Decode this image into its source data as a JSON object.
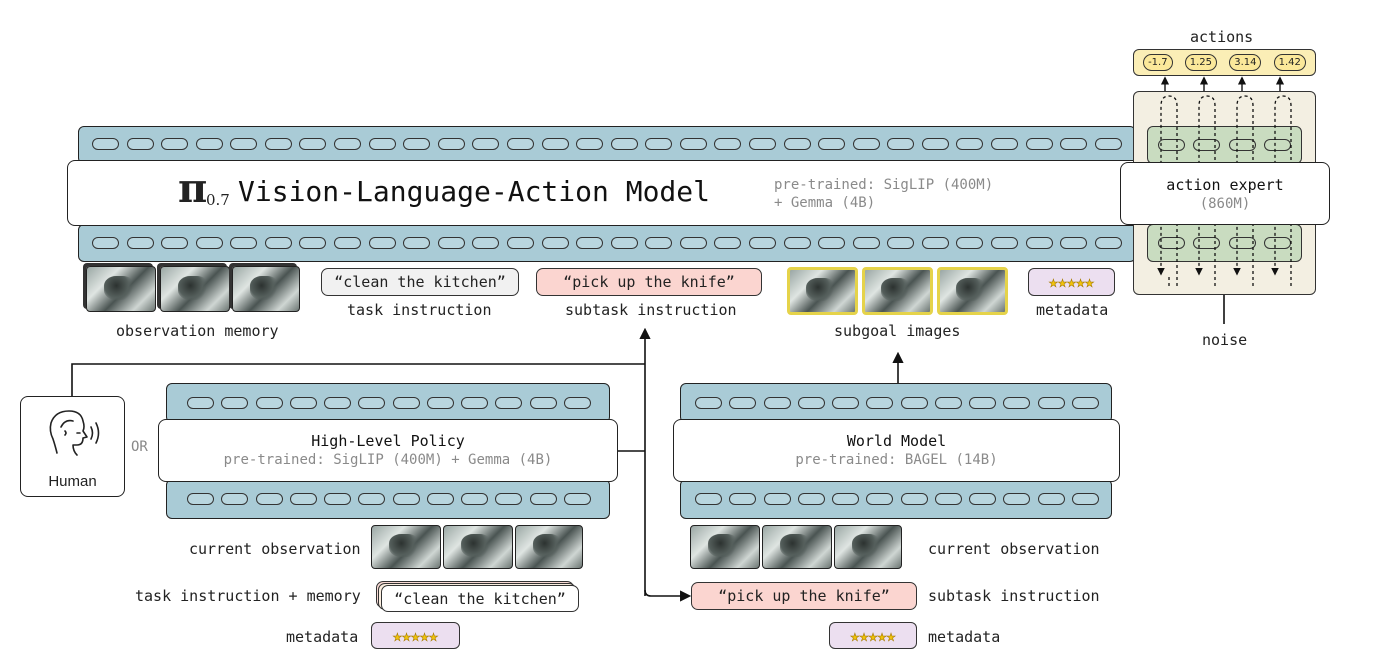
{
  "vla": {
    "pi": "π",
    "subscript": "0.7",
    "title": "Vision-Language-Action Model",
    "pretrained_line1": "pre-trained: SigLIP (400M)",
    "pretrained_line2": "+ Gemma (4B)"
  },
  "action_expert": {
    "title": "action expert",
    "size": "(860M)",
    "actions_label": "actions",
    "action_values": [
      "-1.7",
      "1.25",
      "3.14",
      "1.42"
    ],
    "noise_label": "noise"
  },
  "vla_inputs": {
    "observation_memory": "observation memory",
    "task_text": "“clean the kitchen”",
    "task_label": "task instruction",
    "subtask_text": "“pick up the knife”",
    "subtask_label": "subtask instruction",
    "subgoal_label": "subgoal images",
    "metadata_label": "metadata",
    "stars": "★★★★★"
  },
  "human": {
    "label": "Human",
    "or": "OR"
  },
  "high_level_policy": {
    "title": "High-Level Policy",
    "pretrained": "pre-trained: SigLIP (400M) + Gemma (4B)",
    "current_observation": "current observation",
    "task_memory_label": "task instruction + memory",
    "task_text": "“clean the kitchen”",
    "metadata_label": "metadata",
    "stars": "★★★★★"
  },
  "world_model": {
    "title": "World Model",
    "pretrained": "pre-trained: BAGEL (14B)",
    "current_observation": "current observation",
    "subtask_text": "“pick up the knife”",
    "subtask_label": "subtask instruction",
    "metadata_label": "metadata",
    "stars": "★★★★★"
  },
  "colors": {
    "token_band": "#a9cbd6",
    "action_expert_bg": "#f3efe2",
    "action_expert_inner": "#c9dcc0",
    "subtask_pill": "#fbd5d0",
    "action_chip": "#fbe89a",
    "metadata_bg": "#ecdff0",
    "subgoal_border": "#e5d34a"
  }
}
